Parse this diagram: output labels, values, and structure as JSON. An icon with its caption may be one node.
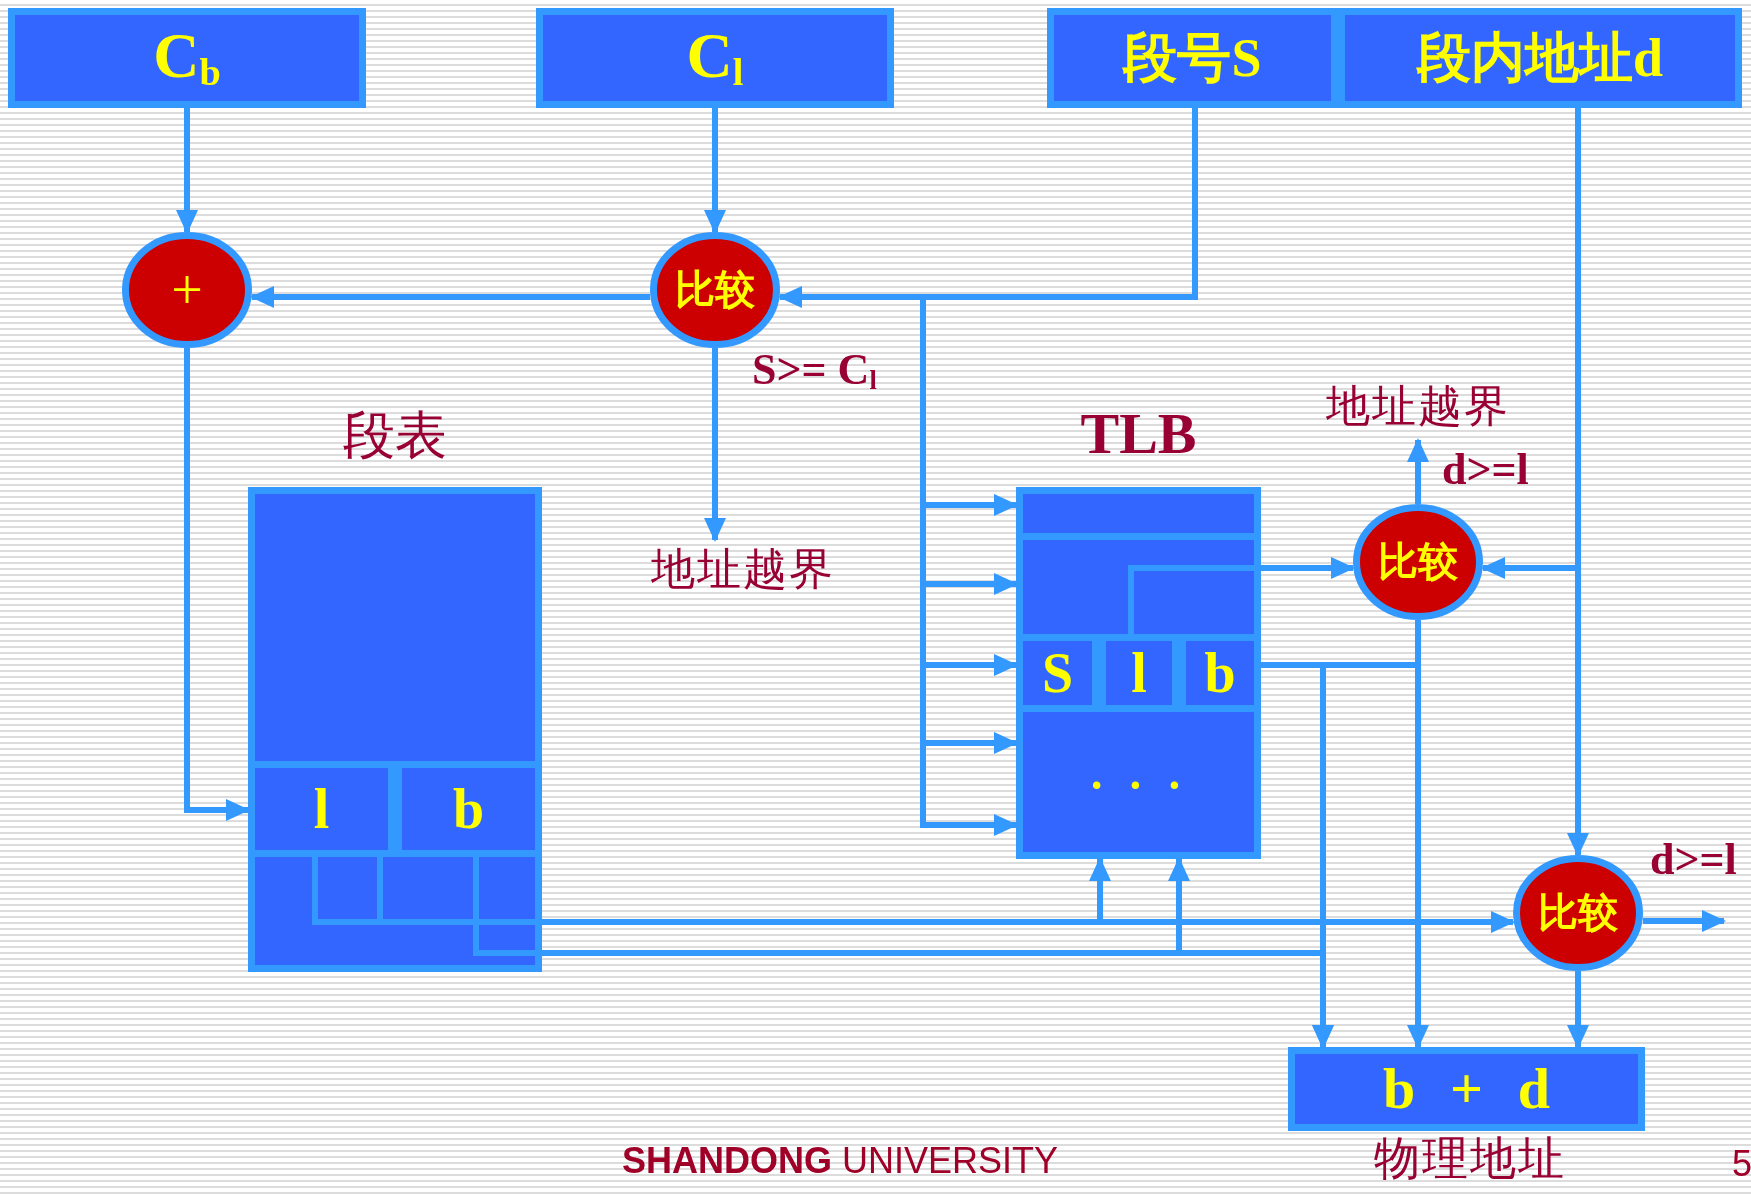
{
  "diagram": {
    "nodes": [
      {
        "text": [
          "C$_{b}$"
        ]
      },
      {
        "text": [
          "C$_{l}$"
        ]
      },
      {
        "text": [
          "段号S"
        ]
      },
      {
        "text": [
          "段内地址d"
        ]
      },
      {
        "text": [
          "+"
        ]
      },
      {
        "text": [
          "比较"
        ]
      },
      {
        "text": [
          "段表"
        ]
      },
      {
        "text": [
          "l"
        ],
        "in": 6
      },
      {
        "text": [
          "b"
        ],
        "in": 6
      },
      {
        "text": [
          "地址越界"
        ]
      },
      {
        "text": [
          "TLB"
        ]
      },
      {
        "text": [
          "S"
        ],
        "in": 10
      },
      {
        "text": [
          "l"
        ],
        "in": 10
      },
      {
        "text": [
          "b"
        ],
        "in": 10
      },
      {
        "text": [
          "比较"
        ]
      },
      {
        "text": [
          "地址越界"
        ]
      },
      {
        "text": [
          "比较"
        ]
      },
      {
        "text": [
          "b + d"
        ],
        "beside": [
          "物理地址"
        ]
      }
    ],
    "edges": [
      {
        "from": 0,
        "to": 4,
        "arrow": "to"
      },
      {
        "from": 1,
        "to": 5,
        "arrow": "to"
      },
      {
        "from": 2,
        "to": 5,
        "arrow": "to"
      },
      {
        "from": 2,
        "to": 10,
        "arrow": "to"
      },
      {
        "from": 2,
        "to": 10,
        "arrow": "to"
      },
      {
        "from": 2,
        "to": 10,
        "arrow": "to"
      },
      {
        "from": 2,
        "to": 10,
        "arrow": "to"
      },
      {
        "from": 2,
        "to": 10,
        "arrow": "to"
      },
      {
        "from": 5,
        "to": 4,
        "arrow": "to"
      },
      {
        "from": 5,
        "to": 9,
        "arrow": "to",
        "label": "S>= C$_{l}$"
      },
      {
        "from": 4,
        "to": 7,
        "arrow": "to"
      },
      {
        "from": 7,
        "to": 10,
        "arrow": "to"
      },
      {
        "from": 7,
        "to": 16,
        "arrow": "to"
      },
      {
        "from": 8,
        "to": 10,
        "arrow": "to"
      },
      {
        "from": 8,
        "to": 17,
        "arrow": "to"
      },
      {
        "from": 12,
        "to": 14,
        "arrow": "to"
      },
      {
        "from": 3,
        "to": 14,
        "arrow": "to"
      },
      {
        "from": 3,
        "to": 16,
        "arrow": "to"
      },
      {
        "from": 14,
        "to": 15,
        "arrow": "to",
        "label": "d>=l"
      },
      {
        "from": 13,
        "to": 17,
        "arrow": "to"
      },
      {
        "from": 14,
        "to": 17,
        "arrow": "to"
      },
      {
        "from": 16,
        "to": 17,
        "arrow": "to"
      },
      {
        "from": 16,
        "to": null,
        "arrow": "to",
        "label": "d>=l"
      }
    ],
    "labels": [
      "· · ·",
      "**SHANDONG** UNIVERSITY",
      "5"
    ]
  }
}
